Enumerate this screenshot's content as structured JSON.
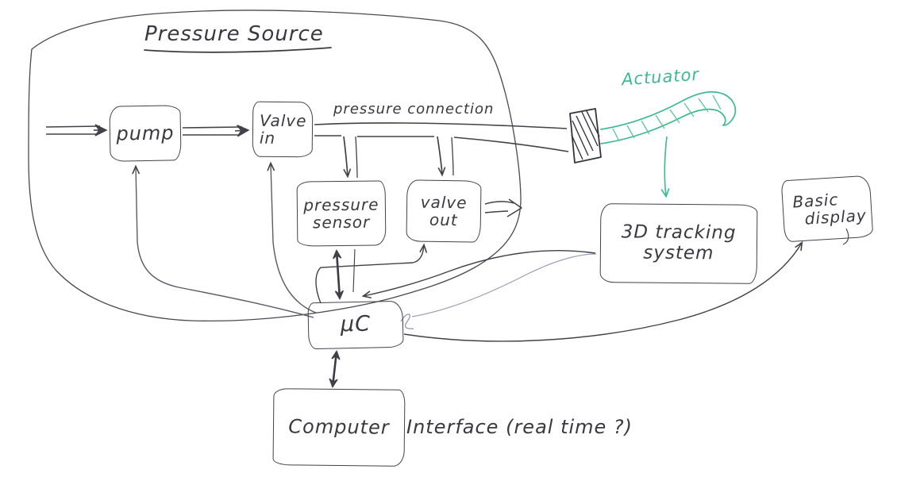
{
  "diagram": {
    "title": "Pressure Source",
    "nodes": {
      "pump": {
        "label": "pump"
      },
      "valve_in": {
        "line1": "Valve",
        "line2": "in"
      },
      "pressure_sensor": {
        "line1": "pressure",
        "line2": "sensor"
      },
      "valve_out": {
        "line1": "valve",
        "line2": "out"
      },
      "micro_controller": {
        "label": "µC"
      },
      "computer": {
        "label": "Computer"
      },
      "tracking_system": {
        "line1": "3D  tracking",
        "line2": "system"
      },
      "basic_display": {
        "line1": "Basic",
        "line2": "display"
      }
    },
    "annotations": {
      "pipe_label": "pressure connection",
      "actuator_label": "Actuator",
      "interface_note": "Interface  (real time ?)"
    },
    "colors": {
      "ink": "#41414a",
      "accent_green": "#3cba8e",
      "faint_blue": "#99a0b5",
      "paper": "#ffffff"
    }
  }
}
